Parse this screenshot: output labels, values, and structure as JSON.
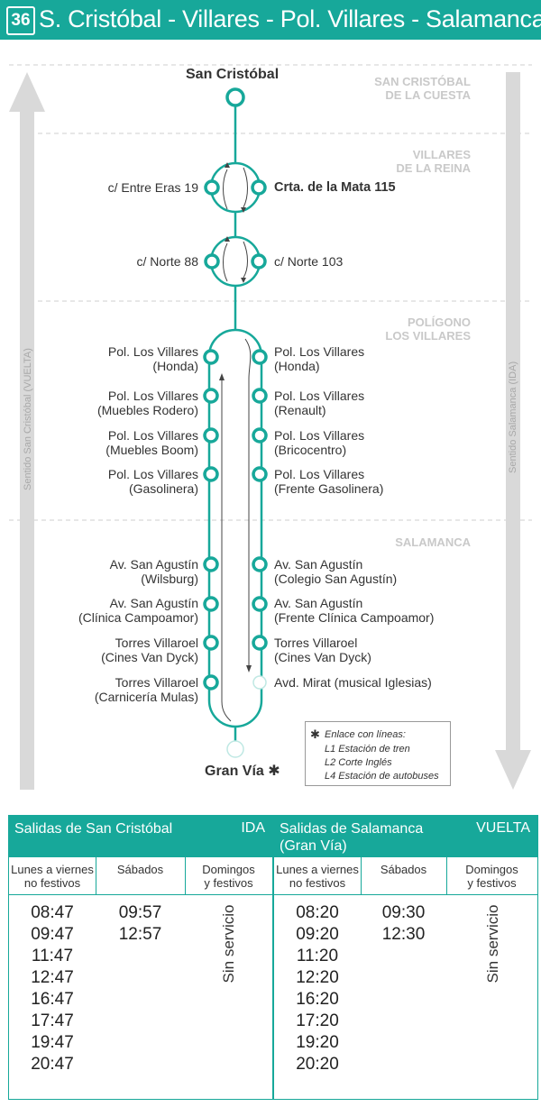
{
  "header": {
    "line_number": "36",
    "title": "S. Cristóbal - Villares - Pol. Villares - Salamanca"
  },
  "zones": {
    "zone1": [
      "SAN CRISTÓBAL",
      "DE LA CUESTA"
    ],
    "zone2": [
      "VILLARES",
      "DE LA REINA"
    ],
    "zone3": [
      "POLÍGONO",
      "LOS VILLARES"
    ],
    "zone4": [
      "SALAMANCA"
    ]
  },
  "side_labels": {
    "left": "Sentido San Cristóbal (VUELTA)",
    "right": "Sentido Salamanca (IDA)"
  },
  "terminals": {
    "start": "San Cristóbal",
    "end": "Gran Vía",
    "end_marker": "✱"
  },
  "stops_left": [
    [
      "c/ Entre Eras 19"
    ],
    [
      "c/ Norte 88"
    ],
    [
      "Pol. Los Villares",
      "(Honda)"
    ],
    [
      "Pol. Los Villares",
      "(Muebles Rodero)"
    ],
    [
      "Pol. Los Villares",
      "(Muebles Boom)"
    ],
    [
      "Pol. Los Villares",
      "(Gasolinera)"
    ],
    [
      "Av. San Agustín",
      "(Wilsburg)"
    ],
    [
      "Av. San Agustín",
      "(Clínica Campoamor)"
    ],
    [
      "Torres Villaroel",
      "(Cines Van Dyck)"
    ],
    [
      "Torres Villaroel",
      "(Carnicería Mulas)"
    ]
  ],
  "stops_right": [
    [
      "Crtа. de la Mata 115"
    ],
    [
      "c/ Norte 103"
    ],
    [
      "Pol. Los Villares",
      "(Honda)"
    ],
    [
      "Pol. Los Villares",
      "(Renault)"
    ],
    [
      "Pol. Los Villares",
      "(Bricocentro)"
    ],
    [
      "Pol. Los Villares",
      "(Frente Gasolinera)"
    ],
    [
      "Av. San Agustín",
      "(Colegio San Agustín)"
    ],
    [
      "Av. San Agustín",
      "(Frente Clínica Campoamor)"
    ],
    [
      "Torres Villaroel",
      "(Cines Van Dyck)"
    ],
    [
      "Avd. Mirat (musical Iglesias)"
    ]
  ],
  "legend": {
    "star": "✱",
    "title": "Enlace con líneas:",
    "lines": [
      "L1 Estación de tren",
      "L2 Corte Inglés",
      "L4 Estación de autobuses"
    ]
  },
  "tables": [
    {
      "name": [
        "Salidas de San Cristóbal"
      ],
      "direction": "IDA",
      "columns": [
        [
          "Lunes a viernes",
          "no festivos"
        ],
        [
          "Sábados"
        ],
        [
          "Domingos",
          "y festivos"
        ]
      ],
      "weekday": [
        "08:47",
        "09:47",
        "11:47",
        "12:47",
        "16:47",
        "17:47",
        "19:47",
        "20:47"
      ],
      "saturday": [
        "09:57",
        "12:57"
      ],
      "sunday": "Sin servicio"
    },
    {
      "name": [
        "Salidas de Salamanca",
        "(Gran Vía)"
      ],
      "direction": "VUELTA",
      "columns": [
        [
          "Lunes a viernes",
          "no festivos"
        ],
        [
          "Sábados"
        ],
        [
          "Domingos",
          "y festivos"
        ]
      ],
      "weekday": [
        "08:20",
        "09:20",
        "11:20",
        "12:20",
        "16:20",
        "17:20",
        "19:20",
        "20:20"
      ],
      "saturday": [
        "09:30",
        "12:30"
      ],
      "sunday": "Sin servicio"
    }
  ],
  "colors": {
    "teal": "#17a89a",
    "grey_arrow": "#d9d9d9",
    "zone_text": "#c9c9c9"
  }
}
